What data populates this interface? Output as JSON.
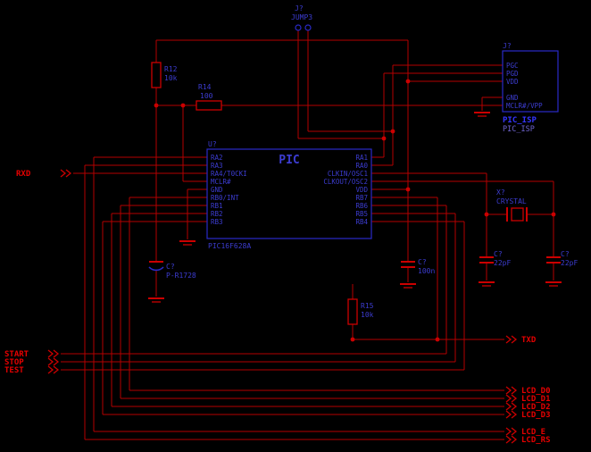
{
  "colors": {
    "background": "#000000",
    "wire": "#b40000",
    "component": "#cc0000",
    "component_box": "#2a2ac8",
    "label_blue": "#3c3cd0",
    "port_red": "#e60000",
    "isp_name_blue": "#3535ff",
    "isp_value_purple": "#6f64cf"
  },
  "jumper": {
    "ref": "J?",
    "value": "JUMP3"
  },
  "isp": {
    "ref": "J?",
    "pins": [
      "PGC",
      "PGD",
      "VDD",
      "GND",
      "MCLR#/VPP"
    ],
    "name": "PIC_ISP",
    "value": "PIC_ISP"
  },
  "pic": {
    "ref": "U?",
    "title": "PIC",
    "value": "PIC16F628A",
    "left_pins": [
      "RA2",
      "RA3",
      "RA4/T0CKI",
      "MCLR#",
      "GND",
      "RB0/INT",
      "RB1",
      "RB2",
      "RB3"
    ],
    "right_pins": [
      "RA1",
      "RA0",
      "CLKIN/OSC1",
      "CLKOUT/OSC2",
      "VDD",
      "RB7",
      "RB6",
      "RB5",
      "RB4"
    ]
  },
  "parts": {
    "r12": {
      "ref": "R12",
      "value": "10k"
    },
    "r14": {
      "ref": "R14",
      "value": "100"
    },
    "r15": {
      "ref": "R15",
      "value": "10k"
    },
    "c_reset": {
      "ref": "C?",
      "value": "P-R1728"
    },
    "c_dec": {
      "ref": "C?",
      "value": "100n"
    },
    "xtal": {
      "ref": "X?",
      "value": "CRYSTAL"
    },
    "c_osc1": {
      "ref": "C?",
      "value": "22pF"
    },
    "c_osc2": {
      "ref": "C?",
      "value": "22pF"
    }
  },
  "ports": {
    "rxd": "RXD",
    "txd": "TXD",
    "start": "START",
    "stop": "STOP",
    "test": "TEST",
    "lcd_d0": "LCD_D0",
    "lcd_d1": "LCD_D1",
    "lcd_d2": "LCD_D2",
    "lcd_d3": "LCD_D3",
    "lcd_e": "LCD_E",
    "lcd_rs": "LCD_RS"
  }
}
